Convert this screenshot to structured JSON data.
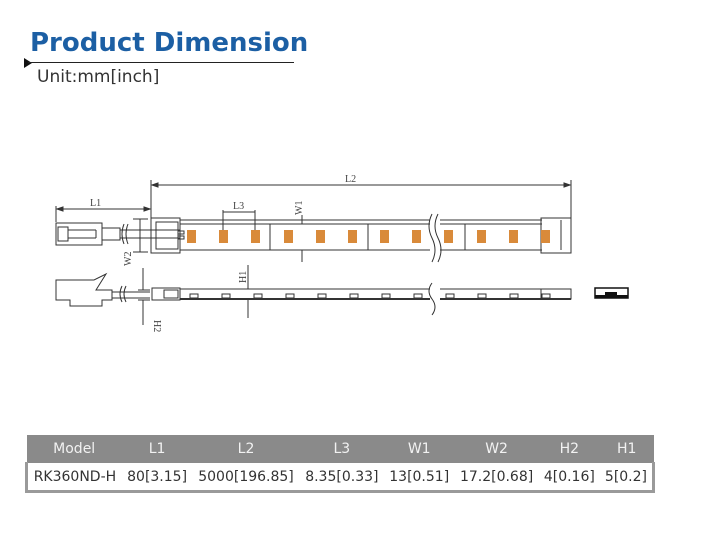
{
  "header": {
    "title": "Product Dimension",
    "unit": "Unit:mm[inch]"
  },
  "drawing": {
    "labels": {
      "L1": "L1",
      "L2": "L2",
      "L3": "L3",
      "W1": "W1",
      "W2": "W2",
      "H1": "H1",
      "H2": "H2"
    },
    "led_color": "#d98a3a",
    "line_color": "#333333"
  },
  "table": {
    "columns": [
      "Model",
      "L1",
      "L2",
      "L3",
      "W1",
      "W2",
      "H2",
      "H1"
    ],
    "rows": [
      [
        "RK360ND-H",
        "80[3.15]",
        "5000[196.85]",
        "8.35[0.33]",
        "13[0.51]",
        "17.2[0.68]",
        "4[0.16]",
        "5[0.2]"
      ]
    ],
    "header_bg": "#8a8a8a"
  },
  "colors": {
    "title": "#1c5fa4"
  }
}
